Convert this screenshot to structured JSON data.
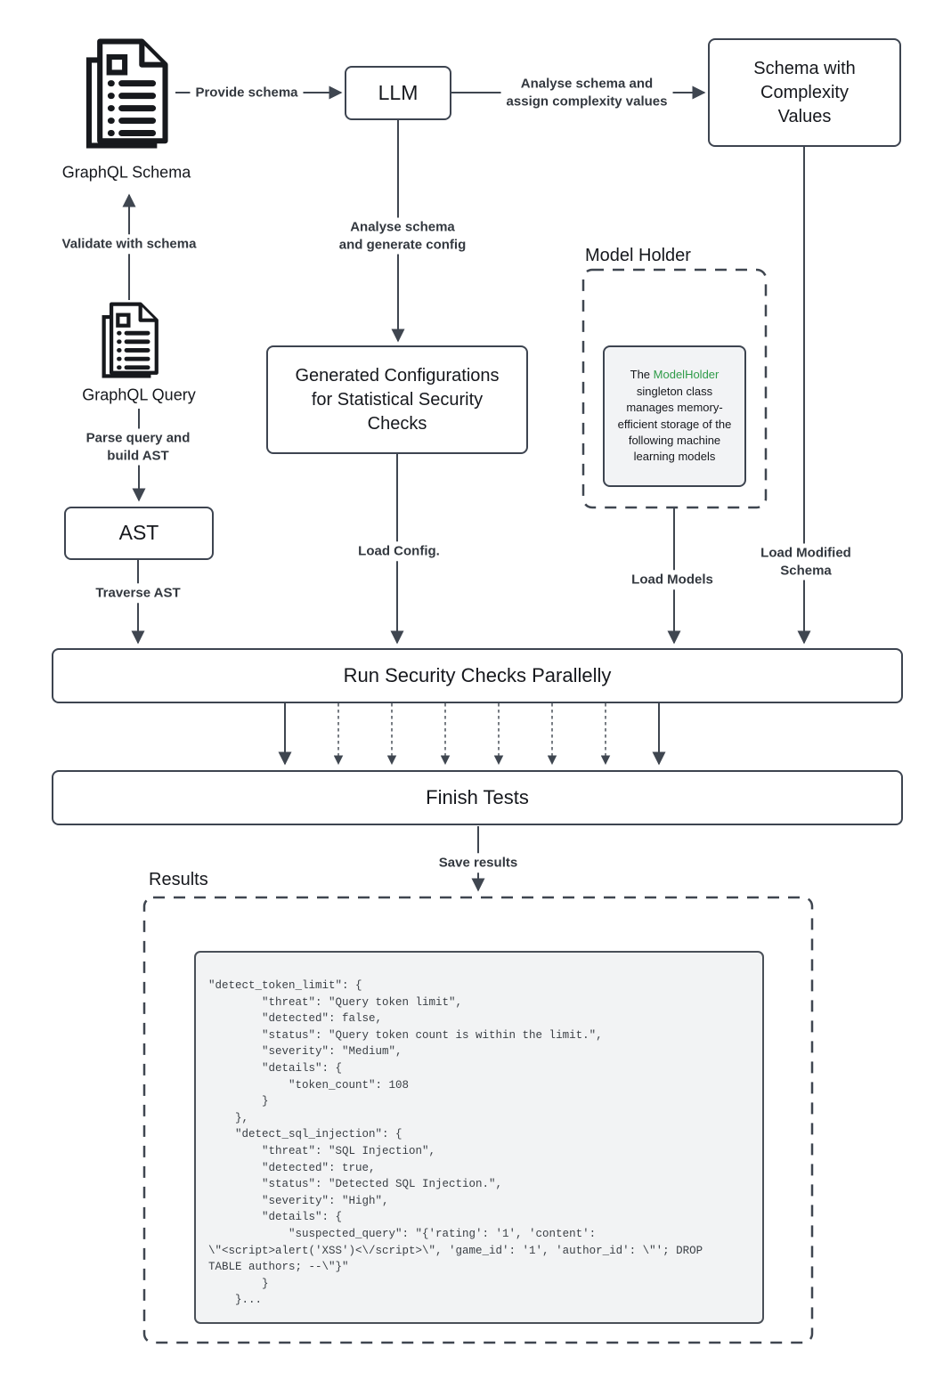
{
  "nodes": {
    "graphql_schema": "GraphQL Schema",
    "llm": "LLM",
    "schema_with_complexity": "Schema with Complexity Values",
    "graphql_query": "GraphQL Query",
    "generated_configurations": "Generated Configurations for Statistical Security Checks",
    "ast": "AST",
    "run_security_checks": "Run Security Checks Parallelly",
    "finish_tests": "Finish Tests"
  },
  "model_holder": {
    "title": "Model Holder",
    "note_before": "The ",
    "note_highlight": "ModelHolder",
    "note_after": " singleton class manages memory-efficient storage of the following machine learning models"
  },
  "results": {
    "title": "Results",
    "code": "\"detect_token_limit\": {\n        \"threat\": \"Query token limit\",\n        \"detected\": false,\n        \"status\": \"Query token count is within the limit.\",\n        \"severity\": \"Medium\",\n        \"details\": {\n            \"token_count\": 108\n        }\n    },\n    \"detect_sql_injection\": {\n        \"threat\": \"SQL Injection\",\n        \"detected\": true,\n        \"status\": \"Detected SQL Injection.\",\n        \"severity\": \"High\",\n        \"details\": {\n            \"suspected_query\": \"{'rating': '1', 'content':\n\\\"<script>alert('XSS')<\\/script>\\\", 'game_id': '1', 'author_id': \\\"'; DROP\nTABLE authors; --\\\"}\"\n        }\n    }..."
  },
  "edges": {
    "provide_schema": "Provide schema",
    "analyse_assign": "Analyse schema and\nassign complexity values",
    "analyse_generate": "Analyse schema\nand generate config",
    "validate_with_schema": "Validate with schema",
    "parse_query": "Parse query and\nbuild AST",
    "traverse_ast": "Traverse AST",
    "load_config": "Load Config.",
    "load_models": "Load Models",
    "load_modified_schema": "Load Modified\nSchema",
    "save_results": "Save results"
  },
  "colors": {
    "line": "#3f4650",
    "box_border": "#3d4450",
    "highlight_green": "#2e9b48",
    "code_background": "#f2f3f4",
    "note_background": "#f2f3f5"
  }
}
